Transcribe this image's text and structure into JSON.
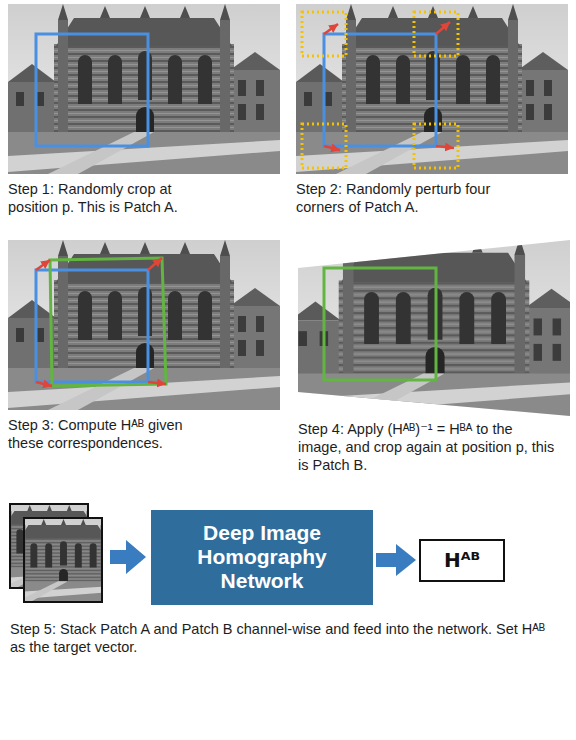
{
  "diagram": {
    "nodes": [
      {
        "text": [
          "Deep Image Homography Network"
        ]
      },
      {
        "text": [
          "Hᴬᴮ"
        ]
      }
    ],
    "edges": [
      {
        "from": 0,
        "to": 1,
        "arrow": "to"
      }
    ],
    "labels": [
      "Step 1: Randomly crop at position p. This is Patch A.",
      "Step 2: Randomly perturb four corners of Patch A.",
      "Step 3: Compute Hᴬᴮ given these correspondences.",
      "Step 4: Apply (Hᴬᴮ)⁻¹ = Hᴮᴬ to the image, and crop again at position p, this is Patch B.",
      "Step 5: Stack Patch A and Patch B channel-wise and feed into the network. Set Hᴬᴮ as the target vector."
    ]
  }
}
